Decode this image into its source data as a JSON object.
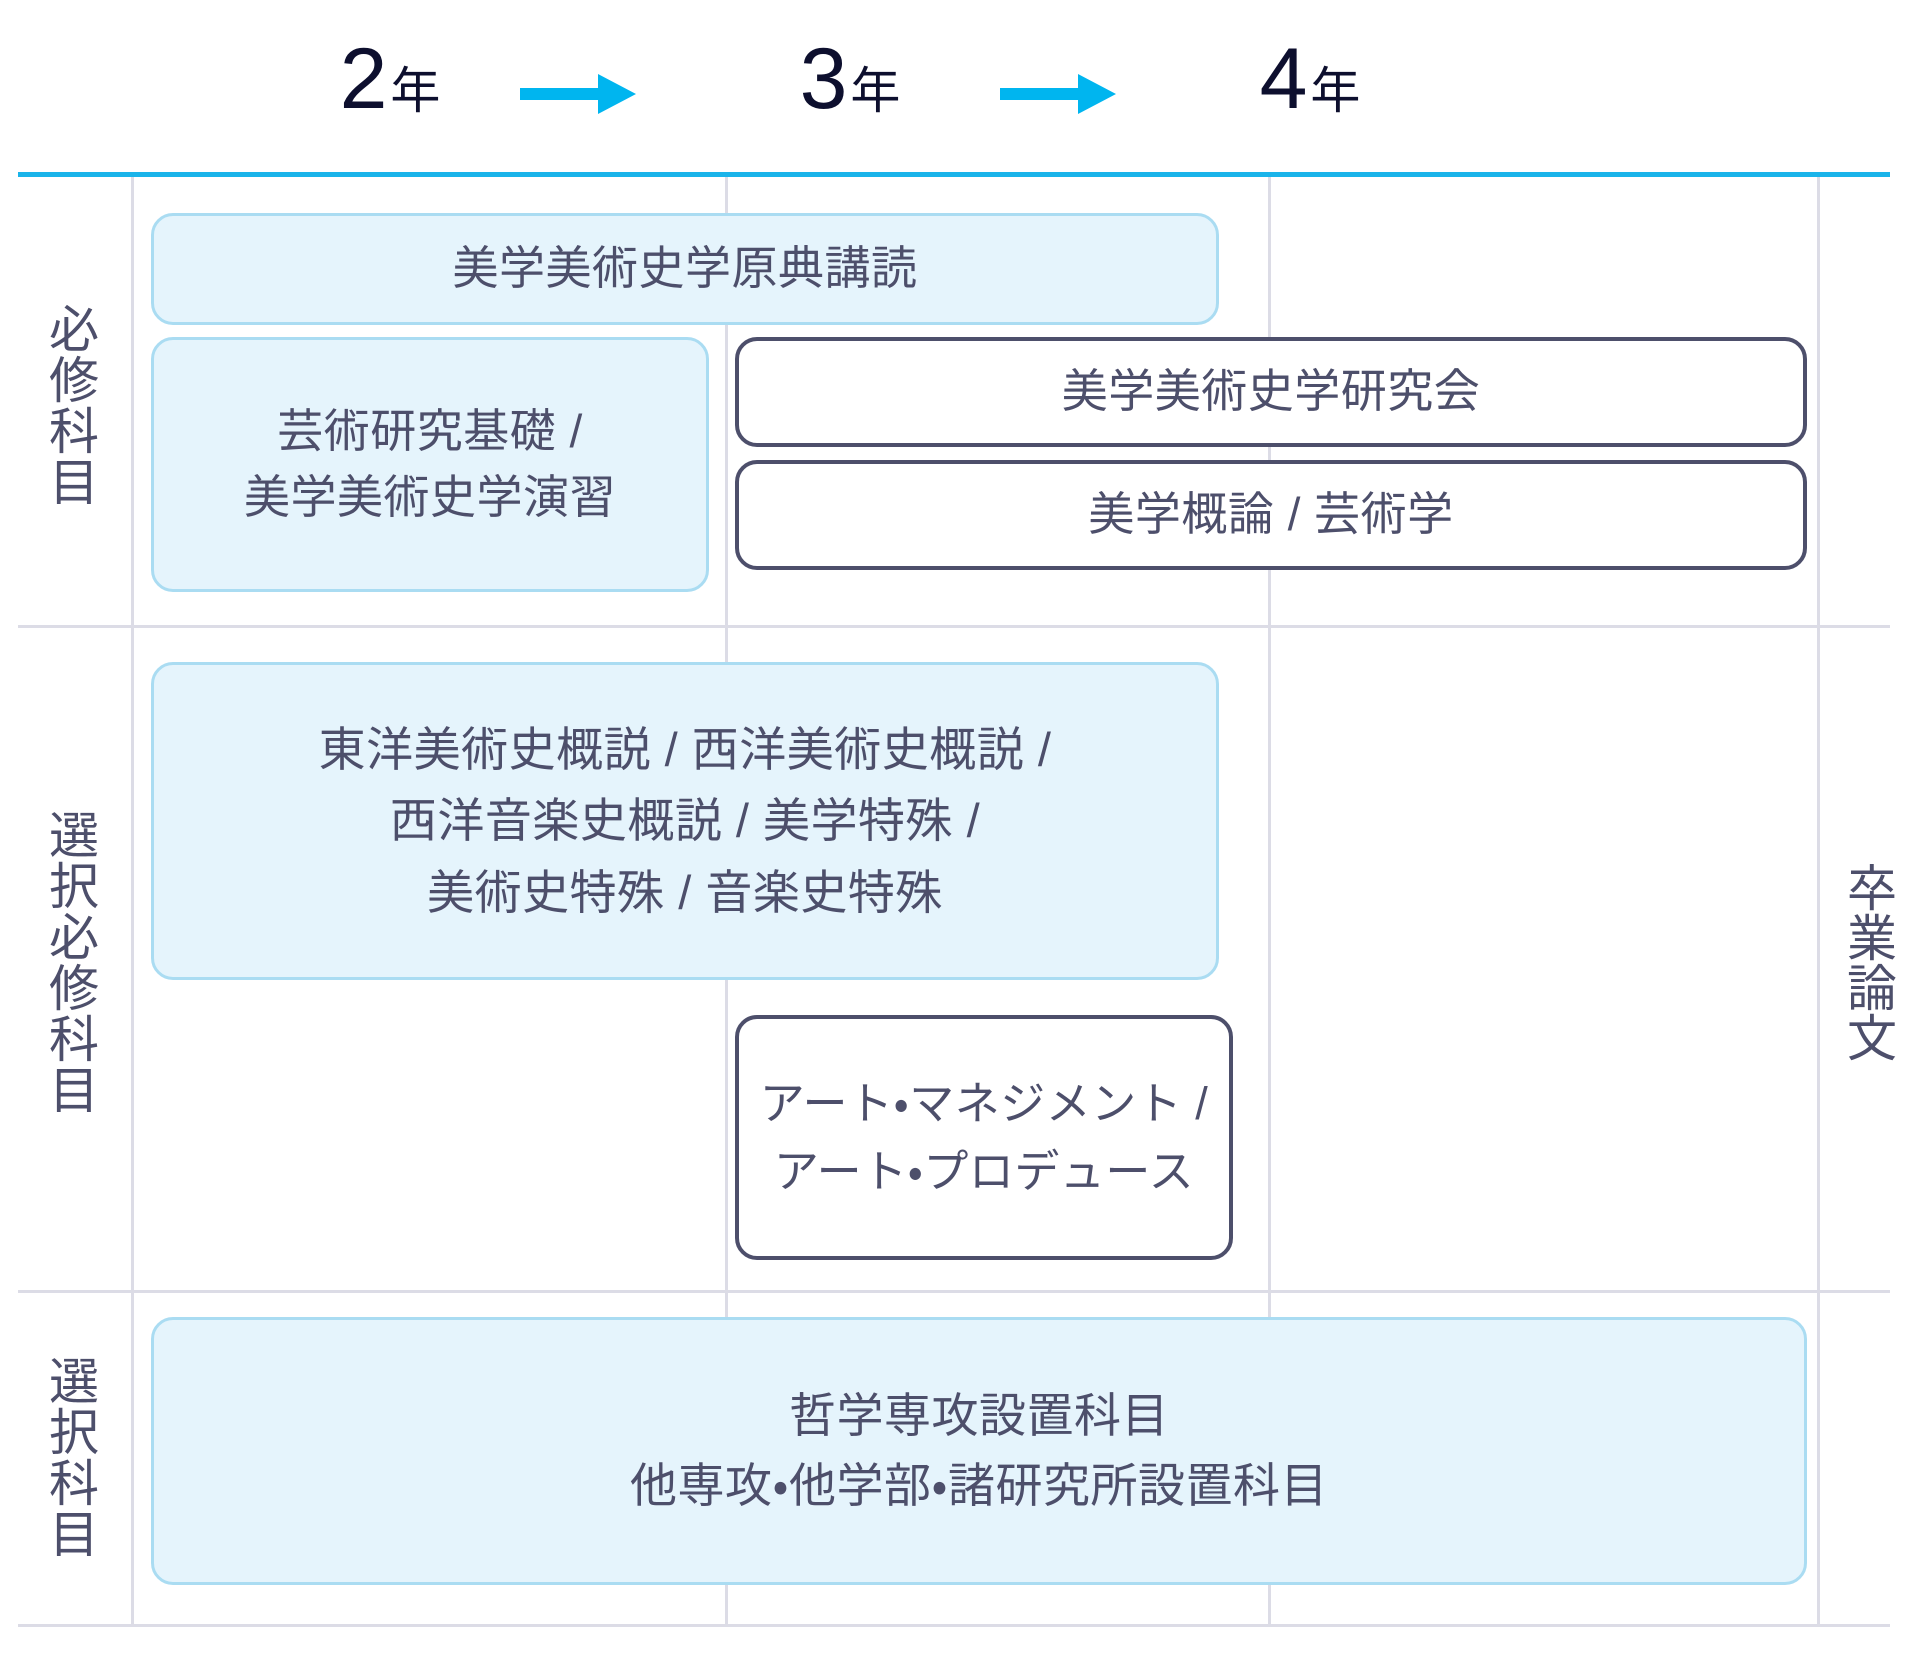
{
  "header": {
    "years": [
      {
        "num": "2",
        "unit": "年"
      },
      {
        "num": "3",
        "unit": "年"
      },
      {
        "num": "4",
        "unit": "年"
      }
    ],
    "arrow_color": "#00b5ef",
    "arrow_icon": "arrow-right-icon"
  },
  "row_labels": {
    "required": "必修科目",
    "elective_required": "選択必修科目",
    "elective": "選択科目"
  },
  "side_label": {
    "thesis": "卒業論文"
  },
  "colors": {
    "accent": "#1ab4ea",
    "arrow": "#00b5ef",
    "text": "#4d4f6b",
    "fill_box_bg": "#e5f4fc",
    "fill_box_border": "#aadcf2",
    "outline_box_border": "#4d4f6b",
    "grid_line": "#dcdce6",
    "year_text": "#0d0f2e"
  },
  "boxes": {
    "genten": {
      "text": "美学美術史学原典講読"
    },
    "kiso": {
      "line1": "芸術研究基礎 /",
      "line2": "美学美術史学演習"
    },
    "kenkyukai": {
      "text": "美学美術史学研究会"
    },
    "gairon": {
      "text": "美学概論 / 芸術学"
    },
    "gaisetsu": {
      "line1": "東洋美術史概説 / 西洋美術史概説 /",
      "line2": "西洋音楽史概説 / 美学特殊 /",
      "line3": "美術史特殊 / 音楽史特殊"
    },
    "artmanagement": {
      "line1": "アート・マネジメント /",
      "line2": "アート・プロデュース"
    },
    "tetsugaku": {
      "line1": "哲学専攻設置科目",
      "line2": "他専攻・他学部・諸研究所設置科目"
    }
  }
}
